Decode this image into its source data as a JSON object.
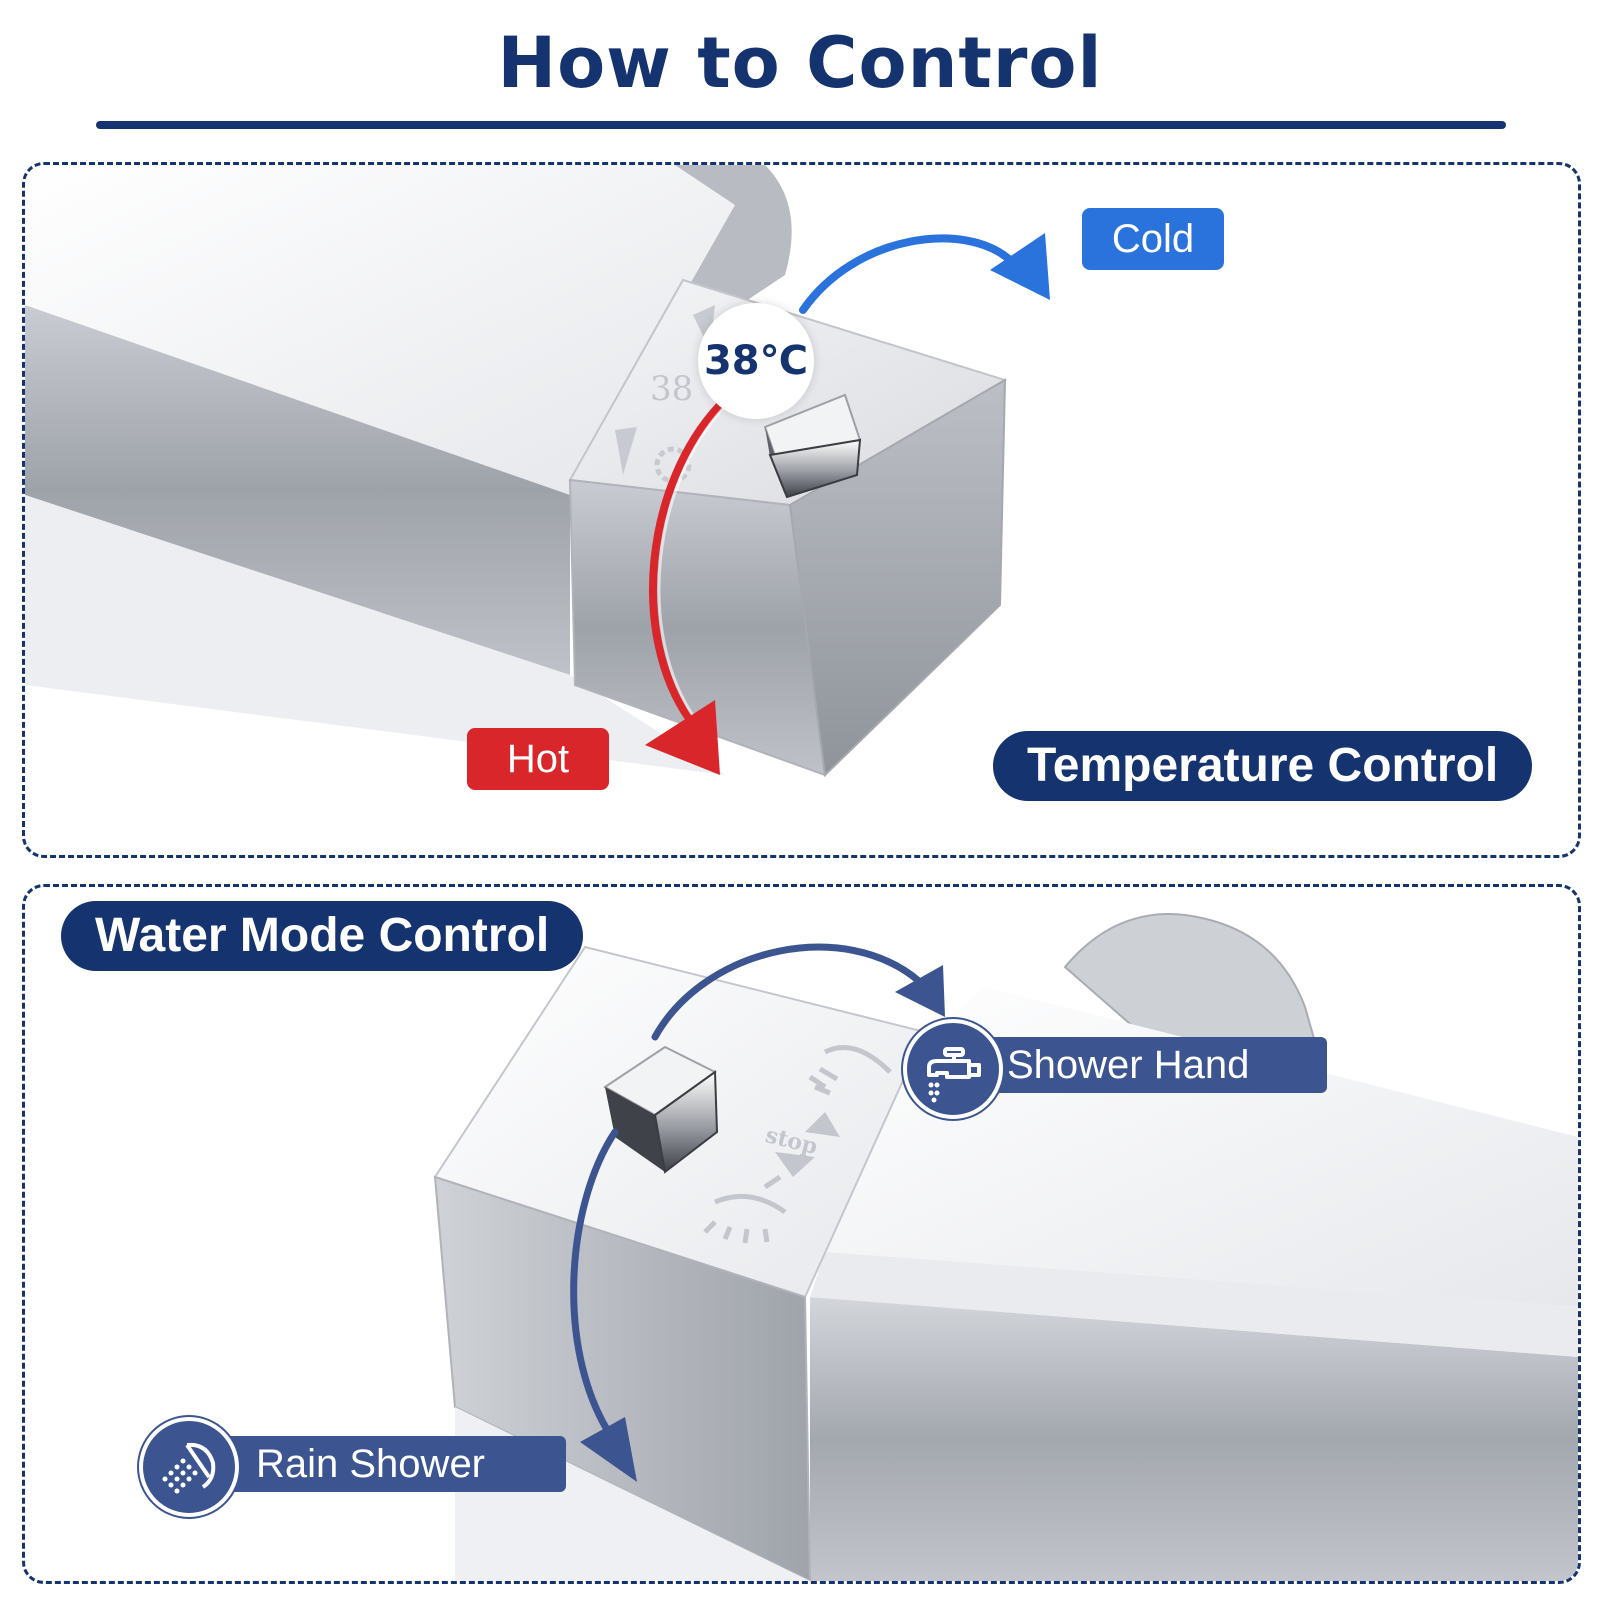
{
  "title": "How to Control",
  "colors": {
    "navy": "#15336e",
    "cold_blue": "#2a73dc",
    "hot_red": "#d9262b",
    "mode_blue": "#3c5490",
    "chrome": "#c9ccd2"
  },
  "temperature_panel": {
    "heading": "Temperature Control",
    "dial_value": "38℃",
    "engraved_value": "38",
    "cold_label": "Cold",
    "hot_label": "Hot"
  },
  "water_mode_panel": {
    "heading": "Water Mode Control",
    "engraved_stop": "stop",
    "upper_mode_label": "Shower Hand",
    "upper_mode_icon": "faucet-icon",
    "lower_mode_label": "Rain Shower",
    "lower_mode_icon": "rain-shower-icon"
  }
}
